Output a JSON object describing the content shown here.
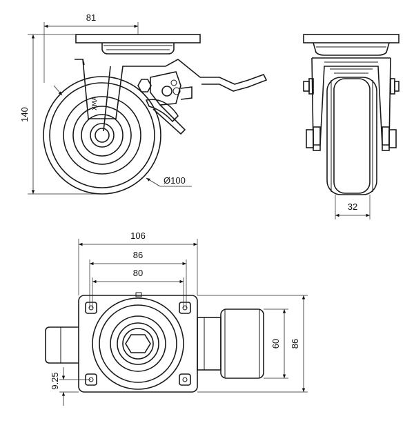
{
  "brand": "XMA",
  "dimensions": {
    "plate_offset": "81",
    "height": "140",
    "wheel_diameter": "Ø100",
    "wheel_width": "32",
    "plate_length": "106",
    "hole_span_outer": "86",
    "hole_span_inner": "80",
    "plate_width": "86",
    "hole_span_width": "60",
    "hole_edge": "9.25"
  }
}
